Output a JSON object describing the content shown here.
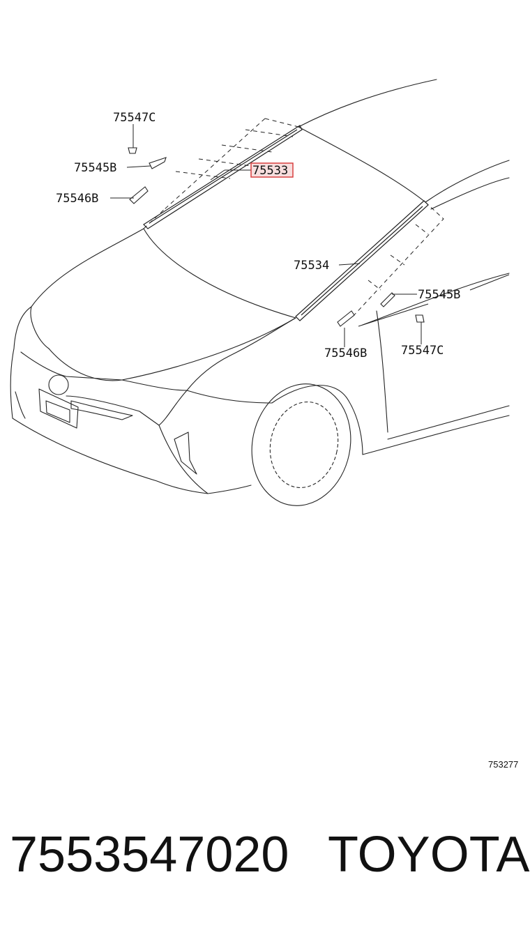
{
  "diagram": {
    "labels": {
      "clip_upper_left": "75547C",
      "bracket_upper_left": "75545B",
      "retainer_upper_left": "75546B",
      "highlighted_part": "75533",
      "moulding_right": "75534",
      "bracket_right": "75545B",
      "retainer_right": "75546B",
      "clip_right": "75547C"
    },
    "highlight_color": "#d94040",
    "figure_code": "753277"
  },
  "caption": {
    "part_number": "7553547020",
    "brand": "TOYOTA"
  }
}
